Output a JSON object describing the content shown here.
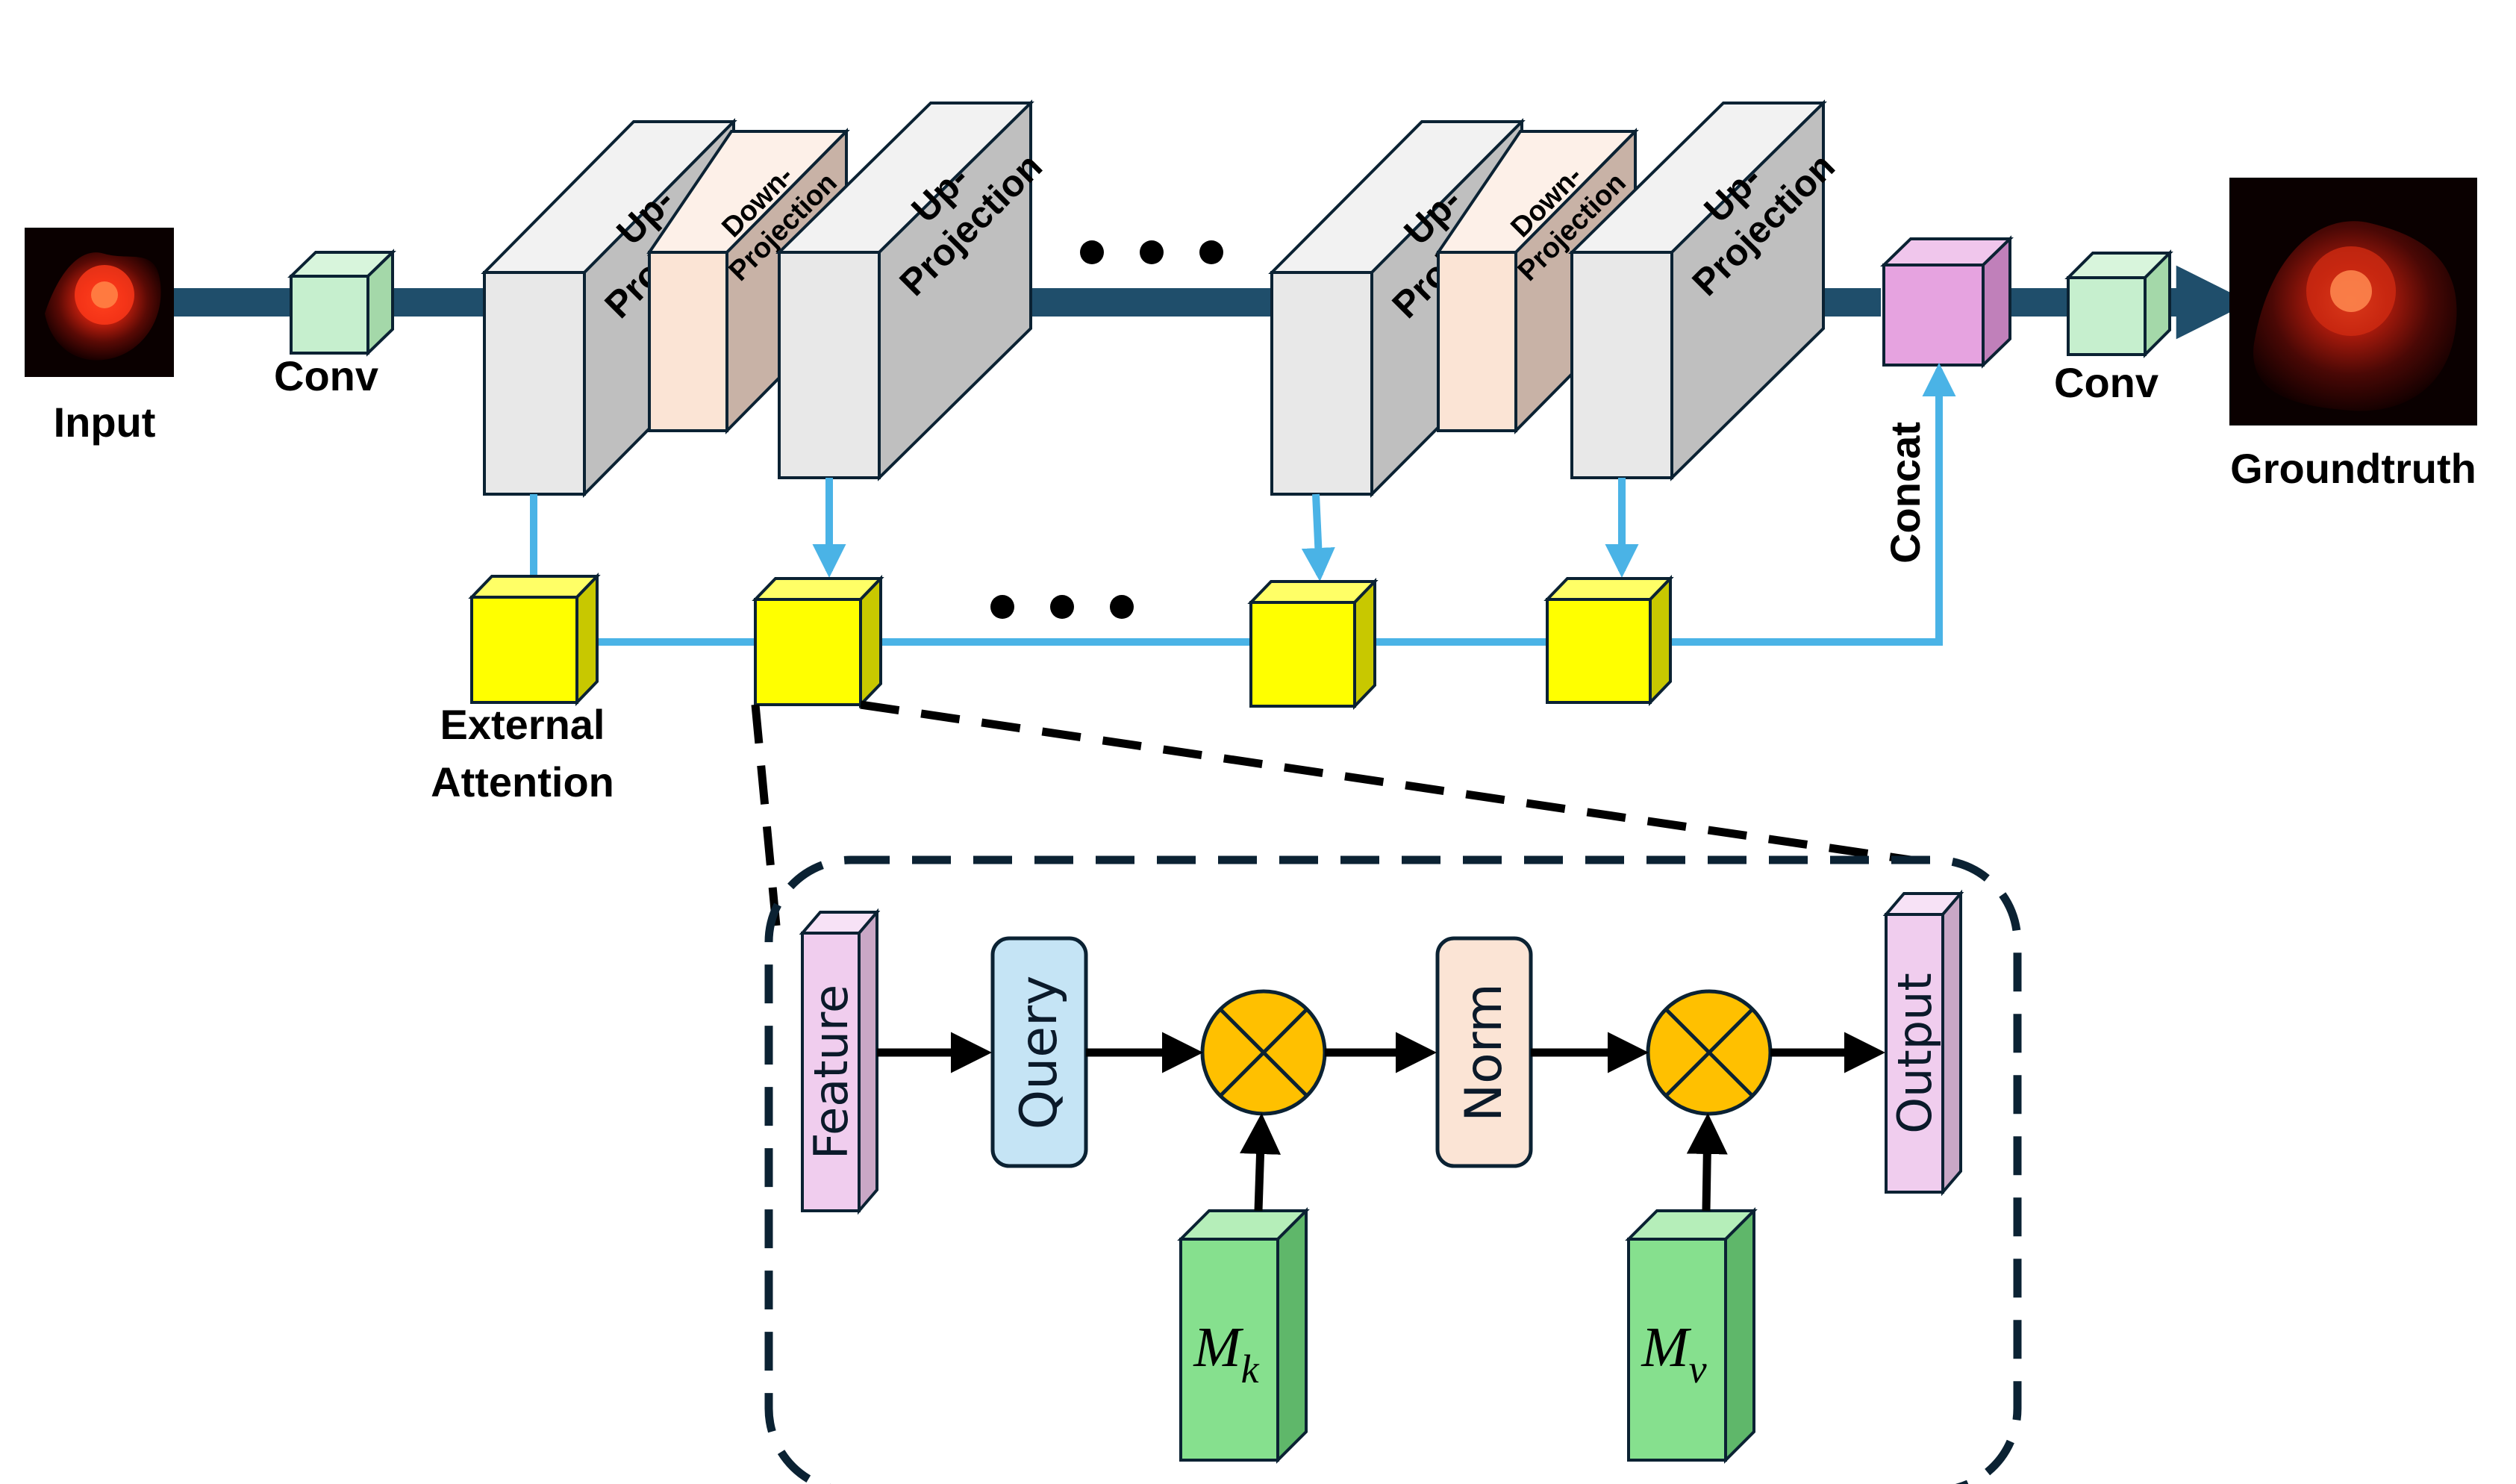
{
  "labels": {
    "input": "Input",
    "conv_left": "Conv",
    "conv_right": "Conv",
    "groundtruth": "Groundtruth",
    "concat": "Concat",
    "external_attention_line1": "External",
    "external_attention_line2": "Attention",
    "up_line1": "Up-",
    "up_line2": "Projection",
    "down_line1": "Down-",
    "down_line2": "Projection",
    "feature": "Feature",
    "query": "Query",
    "norm": "Norm",
    "output": "Output",
    "mk_base": "M",
    "mk_sub": "k",
    "mv_base": "M",
    "mv_sub": "v"
  },
  "colors": {
    "main_pipe": "#1f4e6b",
    "skip_line": "#4ab3e6",
    "conv_block": "#c6efce",
    "up_block": "#e8e8e8",
    "down_block": "#fbe4d5",
    "attention_cube": "#ffff00",
    "concat_cube": "#e6a3e0",
    "feature_bar": "#f0cdee",
    "query_box": "#c5e4f5",
    "norm_box": "#fbe4d5",
    "multiply_circle": "#ffc000",
    "memory_block": "#86e08e",
    "dashed_border": "#0b2233"
  }
}
